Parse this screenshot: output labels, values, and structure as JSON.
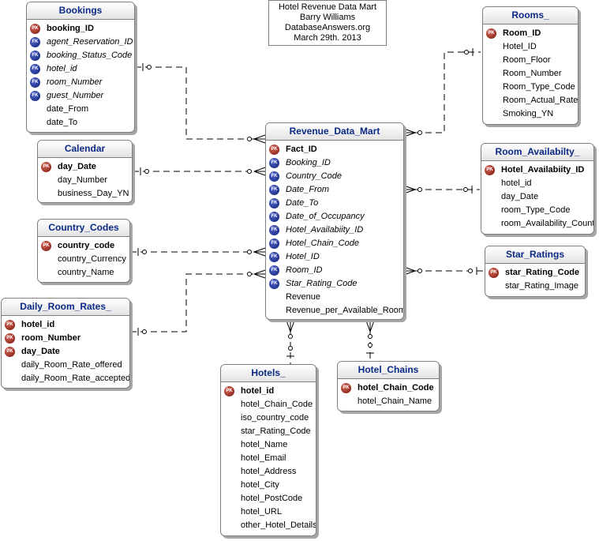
{
  "header": {
    "title": "Hotel Revenue Data Mart",
    "author": "Barry Williams",
    "site": "DatabaseAnswers.org",
    "date": "March 29th. 2013"
  },
  "tables": {
    "bookings": {
      "name": "Bookings",
      "pk": [
        {
          "label": "booking_ID",
          "badge": "PK"
        }
      ],
      "fk": [
        {
          "label": "agent_Reservation_ID",
          "badge": "FK"
        },
        {
          "label": "booking_Status_Code",
          "badge": "FK"
        },
        {
          "label": "hotel_id",
          "badge": "FK"
        },
        {
          "label": "room_Number",
          "badge": "FK"
        },
        {
          "label": "guest_Number",
          "badge": "FK"
        }
      ],
      "attrs": [
        "date_From",
        "date_To"
      ]
    },
    "calendar": {
      "name": "Calendar",
      "pk": [
        {
          "label": "day_Date",
          "badge": "PK"
        }
      ],
      "attrs": [
        "day_Number",
        "business_Day_YN"
      ]
    },
    "country_codes": {
      "name": "Country_Codes",
      "pk": [
        {
          "label": "country_code",
          "badge": "PK"
        }
      ],
      "attrs": [
        "country_Currency",
        "country_Name"
      ]
    },
    "daily_room_rates": {
      "name": "Daily_Room_Rates_",
      "pk": [
        {
          "label": "hotel_id",
          "badge": "PK"
        },
        {
          "label": "room_Number",
          "badge": "PK"
        },
        {
          "label": "day_Date",
          "badge": "PK"
        }
      ],
      "attrs": [
        "daily_Room_Rate_offered",
        "daily_Room_Rate_accepted"
      ]
    },
    "revenue": {
      "name": "Revenue_Data_Mart",
      "pk": [
        {
          "label": "Fact_ID",
          "badge": "PK"
        }
      ],
      "fk": [
        {
          "label": "Booking_ID",
          "badge": "FK"
        },
        {
          "label": "Country_Code",
          "badge": "FK"
        },
        {
          "label": "Date_From",
          "badge": "FK"
        },
        {
          "label": "Date_To",
          "badge": "FK"
        },
        {
          "label": "Date_of_Occupancy",
          "badge": "FK"
        },
        {
          "label": "Hotel_Availabiity_ID",
          "badge": "FK"
        },
        {
          "label": "Hotel_Chain_Code",
          "badge": "FK"
        },
        {
          "label": "Hotel_ID",
          "badge": "FK"
        },
        {
          "label": "Room_ID",
          "badge": "FK"
        },
        {
          "label": "Star_Rating_Code",
          "badge": "FK"
        }
      ],
      "attrs": [
        "Revenue",
        "Revenue_per_Available_Room"
      ]
    },
    "rooms": {
      "name": "Rooms_",
      "pk": [
        {
          "label": "Room_ID",
          "badge": "PK"
        }
      ],
      "attrs": [
        "Hotel_ID",
        "Room_Floor",
        "Room_Number",
        "Room_Type_Code",
        "Room_Actual_Rate",
        "Smoking_YN"
      ]
    },
    "room_availability": {
      "name": "Room_Availabilty_",
      "pk": [
        {
          "label": "Hotel_Availabiity_ID",
          "badge": "PK"
        }
      ],
      "attrs": [
        "hotel_id",
        "day_Date",
        "room_Type_Code",
        "room_Availability_Count"
      ]
    },
    "star_ratings": {
      "name": "Star_Ratings",
      "pk": [
        {
          "label": "star_Rating_Code",
          "badge": "PK"
        }
      ],
      "attrs": [
        "star_Rating_Image"
      ]
    },
    "hotels": {
      "name": "Hotels_",
      "pk": [
        {
          "label": "hotel_id",
          "badge": "PK"
        }
      ],
      "attrs": [
        "hotel_Chain_Code",
        "iso_country_code",
        "star_Rating_Code",
        "hotel_Name",
        "hotel_Email",
        "hotel_Address",
        "hotel_City",
        "hotel_PostCode",
        "hotel_URL",
        "other_Hotel_Details"
      ]
    },
    "hotel_chains": {
      "name": "Hotel_Chains",
      "pk": [
        {
          "label": "hotel_Chain_Code",
          "badge": "PK"
        }
      ],
      "attrs": [
        "hotel_Chain_Name"
      ]
    }
  }
}
